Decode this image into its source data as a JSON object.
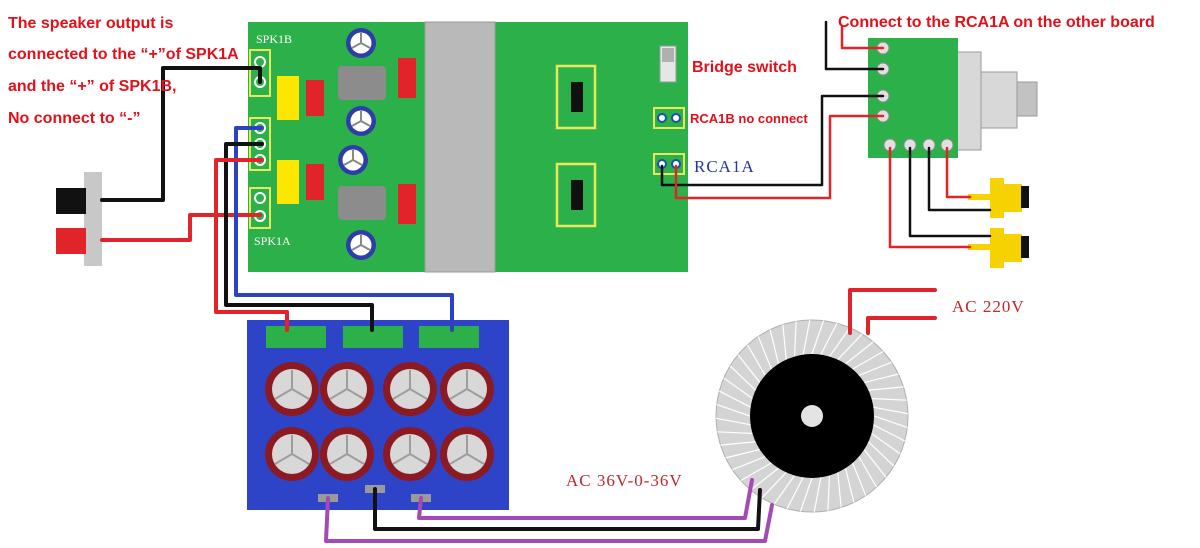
{
  "labels": {
    "speaker_note_line1": "The speaker output is",
    "speaker_note_line2": "connected to the “+”of SPK1A",
    "speaker_note_line3": "and the  “+” of SPK1B,",
    "speaker_note_line4": "No connect to “-”",
    "spk1b": "SPK1B",
    "spk1a": "SPK1A",
    "bridge_switch": "Bridge switch",
    "rca1b": "RCA1B no connect",
    "rca1a": "RCA1A",
    "connect_rca": "Connect to the RCA1A on the other board",
    "ac_220": "AC 220V",
    "ac_36": "AC 36V-0-36V"
  },
  "colors": {
    "pcb_green": "#2cb14a",
    "psu_blue": "#2e44c8",
    "wire_red": "#e0242a",
    "wire_black": "#111111",
    "wire_blue": "#2b43c0",
    "wire_purple": "#a349b8",
    "heatsink_gray": "#b9b9b9",
    "capacitor_ring": "#8c1a22",
    "rca_yellow": "#f6d200",
    "label_red": "#e3101a"
  }
}
